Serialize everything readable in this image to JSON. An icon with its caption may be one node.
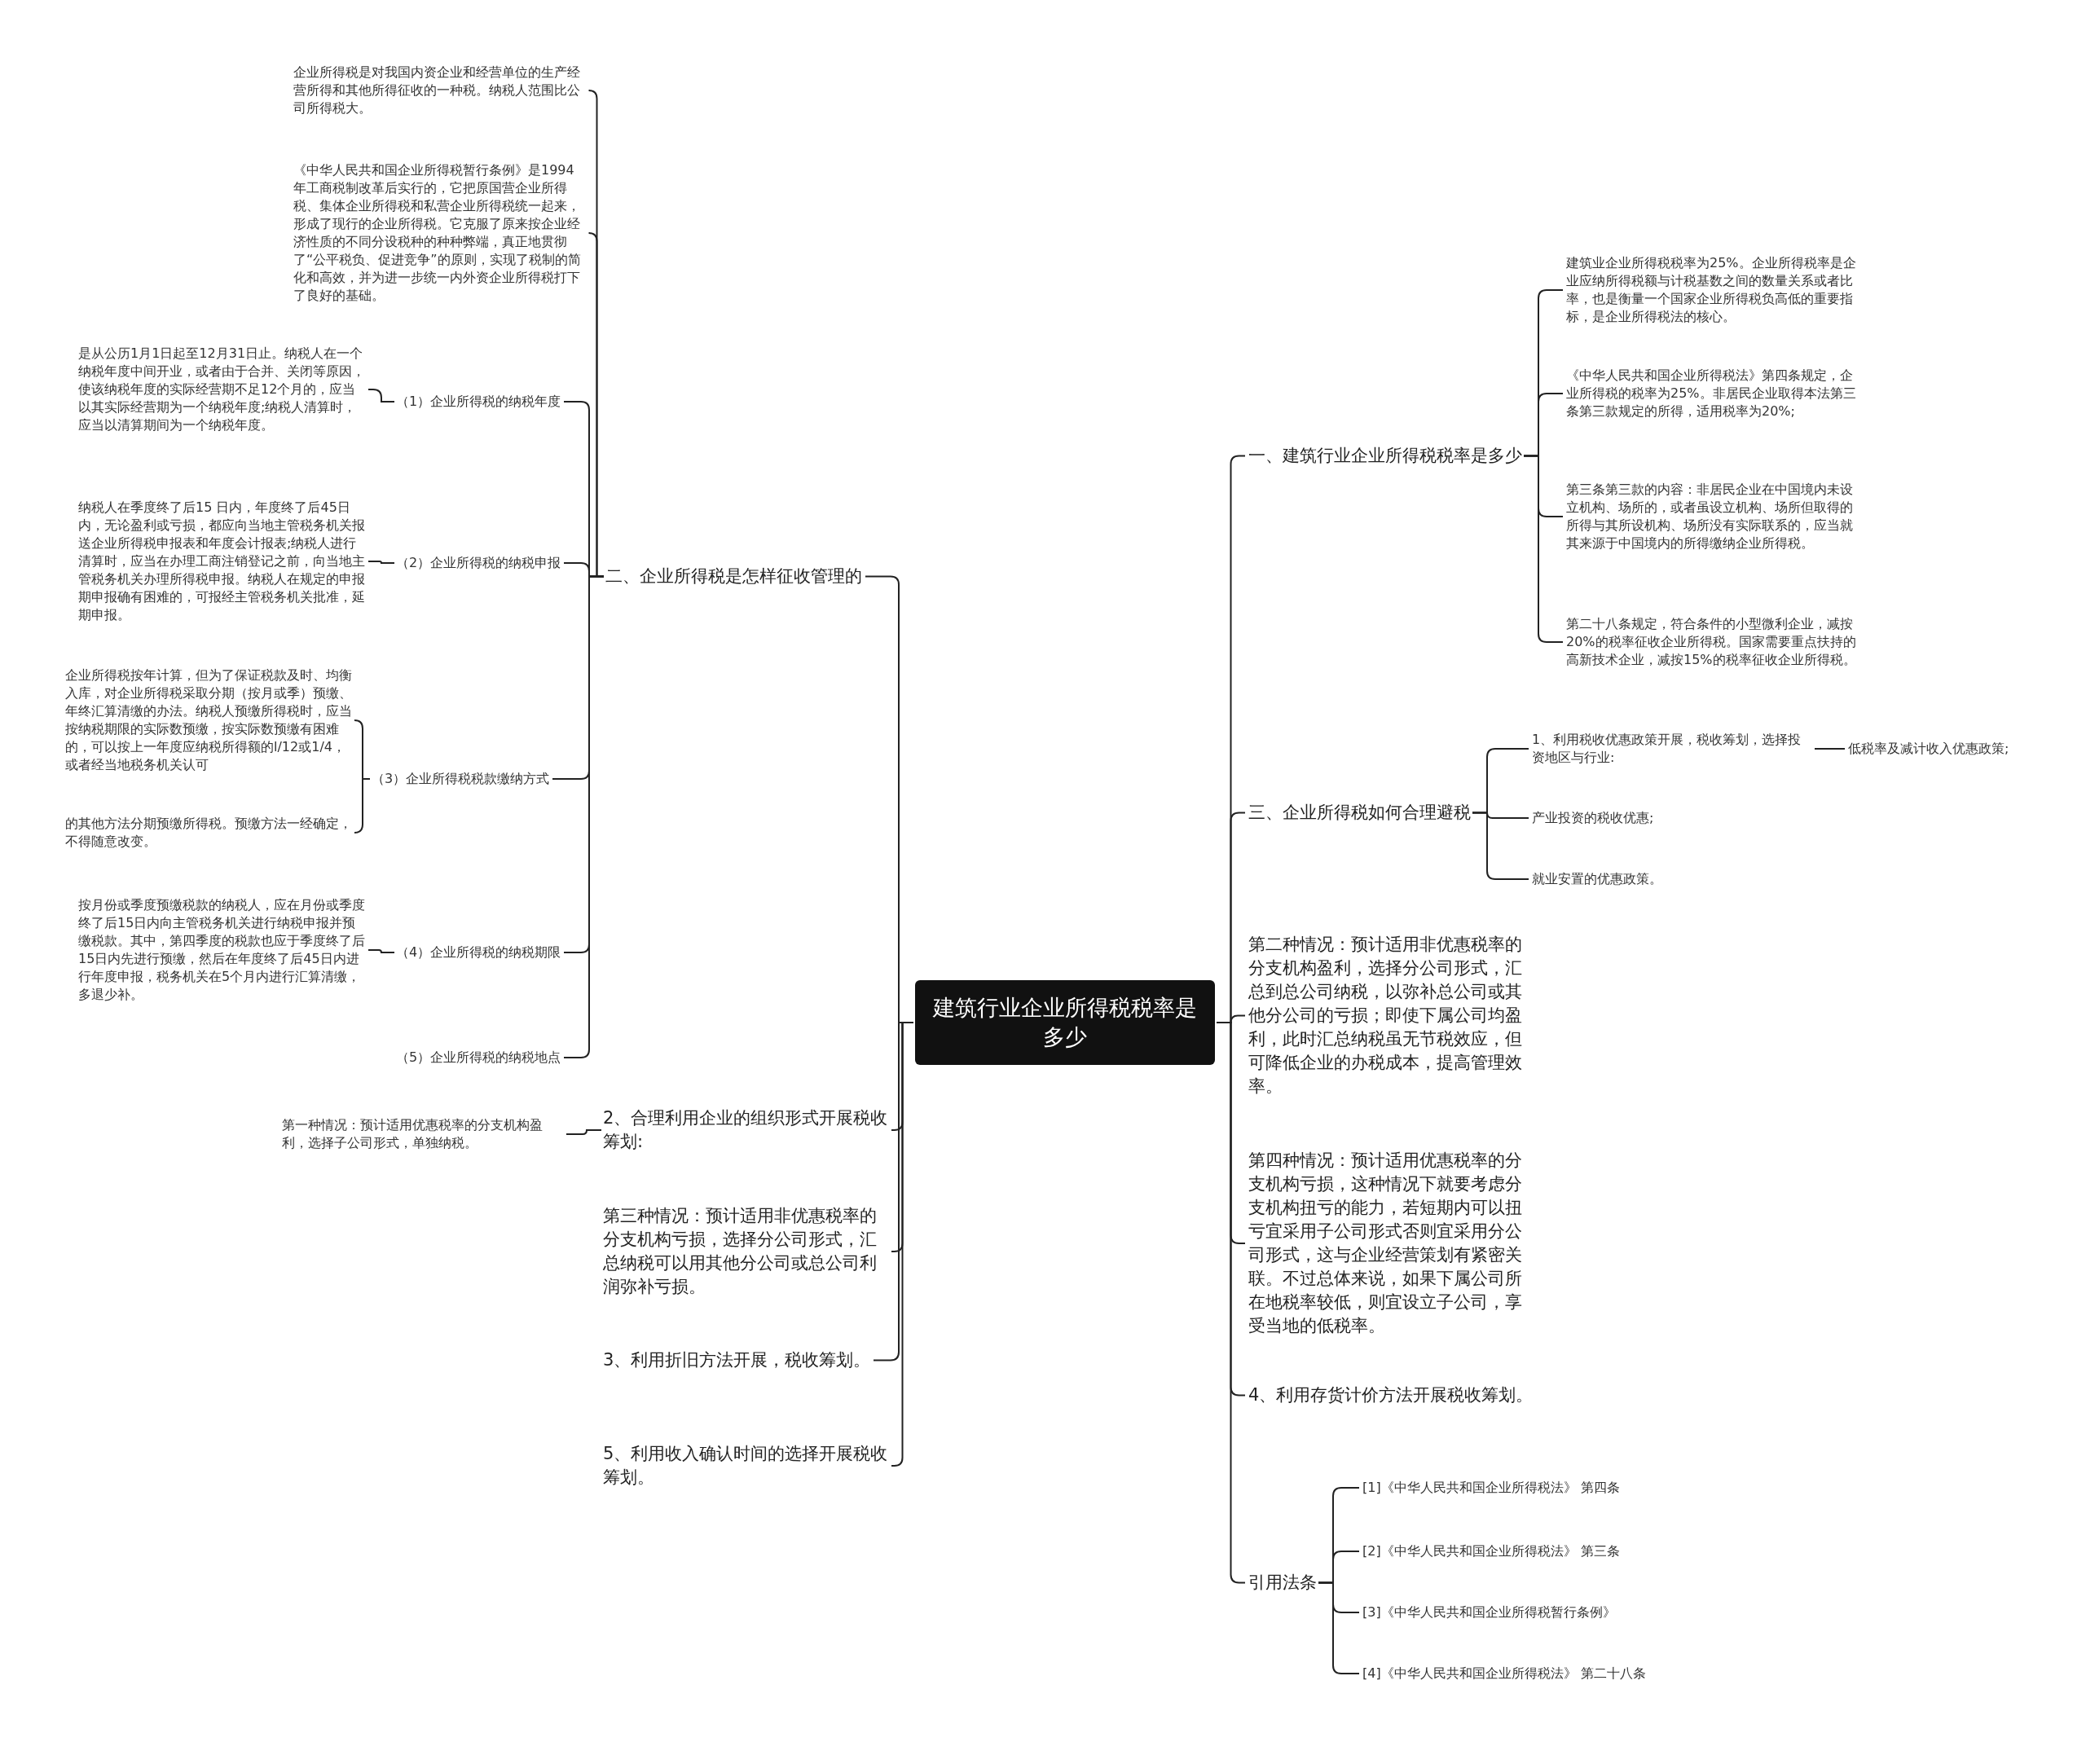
{
  "diagram": {
    "nodes": [
      {
        "text": [
          "建筑行业企业所得税税率是多少"
        ]
      },
      {
        "text": [
          "二、企业所得税是怎样征收管理的"
        ]
      },
      {
        "text": [
          "企业所得税是对我国内资企业和经营单位的生产经营所得和其他所得征收的一种税。纳税人范围比公司所得税大。"
        ]
      },
      {
        "text": [
          "《中华人民共和国企业所得税暂行条例》是1994年工商税制改革后实行的，它把原国营企业所得税、集体企业所得税和私营企业所得税统一起来，形成了现行的企业所得税。它克服了原来按企业经济性质的不同分设税种的种种弊端，真正地贯彻了“公平税负、促进竞争”的原则，实现了税制的简化和高效，并为进一步统一内外资企业所得税打下了良好的基础。"
        ]
      },
      {
        "text": [
          "（1）企业所得税的纳税年度"
        ]
      },
      {
        "text": [
          "是从公历1月1日起至12月31日止。纳税人在一个纳税年度中间开业，或者由于合并、关闭等原因，使该纳税年度的实际经营期不足12个月的，应当以其实际经营期为一个纳税年度;纳税人清算时，应当以清算期间为一个纳税年度。"
        ]
      },
      {
        "text": [
          "（2）企业所得税的纳税申报"
        ]
      },
      {
        "text": [
          "纳税人在季度终了后15 日内，年度终了后45日内，无论盈利或亏损，都应向当地主管税务机关报送企业所得税申报表和年度会计报表;纳税人进行清算时，应当在办理工商注销登记之前，向当地主管税务机关办理所得税申报。纳税人在规定的申报期申报确有困难的，可报经主管税务机关批准，延期申报。"
        ]
      },
      {
        "text": [
          "（3）企业所得税税款缴纳方式"
        ]
      },
      {
        "text": [
          "企业所得税按年计算，但为了保证税款及时、均衡入库，对企业所得税采取分期（按月或季）预缴、年终汇算清缴的办法。纳税人预缴所得税时，应当按纳税期限的实际数预缴，按实际数预缴有困难的，可以按上一年度应纳税所得额的l/12或1/4，或者经当地税务机关认可"
        ]
      },
      {
        "text": [
          "的其他方法分期预缴所得税。预缴方法一经确定，不得随意改变。"
        ]
      },
      {
        "text": [
          "（4）企业所得税的纳税期限"
        ]
      },
      {
        "text": [
          "按月份或季度预缴税款的纳税人，应在月份或季度终了后15日内向主管税务机关进行纳税申报并预缴税款。其中，第四季度的税款也应于季度终了后15日内先进行预缴，然后在年度终了后45日内进行年度申报，税务机关在5个月内进行汇算清缴，多退少补。"
        ]
      },
      {
        "text": [
          "（5）企业所得税的纳税地点"
        ]
      },
      {
        "text": [
          "2、合理利用企业的组织形式开展税收筹划:"
        ]
      },
      {
        "text": [
          "第一种情况：预计适用优惠税率的分支机构盈利，选择子公司形式，单独纳税。"
        ]
      },
      {
        "text": [
          "第三种情况：预计适用非优惠税率的分支机构亏损，选择分公司形式，汇总纳税可以用其他分公司或总公司利润弥补亏损。"
        ]
      },
      {
        "text": [
          "3、利用折旧方法开展，税收筹划。"
        ]
      },
      {
        "text": [
          "5、利用收入确认时间的选择开展税收筹划。"
        ]
      },
      {
        "text": [
          "一、建筑行业企业所得税税率是多少"
        ]
      },
      {
        "text": [
          "建筑业企业所得税税率为25%。企业所得税率是企业应纳所得税额与计税基数之间的数量关系或者比率，也是衡量一个国家企业所得税负高低的重要指标，是企业所得税法的核心。"
        ]
      },
      {
        "text": [
          "《中华人民共和国企业所得税法》第四条规定，企业所得税的税率为25%。非居民企业取得本法第三条第三款规定的所得，适用税率为20%;"
        ]
      },
      {
        "text": [
          "第三条第三款的内容：非居民企业在中国境内未设立机构、场所的，或者虽设立机构、场所但取得的所得与其所设机构、场所没有实际联系的，应当就其来源于中国境内的所得缴纳企业所得税。"
        ]
      },
      {
        "text": [
          "第二十八条规定，符合条件的小型微利企业，减按20%的税率征收企业所得税。国家需要重点扶持的高新技术企业，减按15%的税率征收企业所得税。"
        ]
      },
      {
        "text": [
          "三、企业所得税如何合理避税"
        ]
      },
      {
        "text": [
          "1、利用税收优惠政策开展，税收筹划，选择投资地区与行业:"
        ]
      },
      {
        "text": [
          "低税率及减计收入优惠政策;"
        ]
      },
      {
        "text": [
          "产业投资的税收优惠;"
        ]
      },
      {
        "text": [
          "就业安置的优惠政策。"
        ]
      },
      {
        "text": [
          "第二种情况：预计适用非优惠税率的分支机构盈利，选择分公司形式，汇总到总公司纳税，以弥补总公司或其他分公司的亏损；即使下属公司均盈利，此时汇总纳税虽无节税效应，但可降低企业的办税成本，提高管理效率。"
        ]
      },
      {
        "text": [
          "第四种情况：预计适用优惠税率的分支机构亏损，这种情况下就要考虑分支机构扭亏的能力，若短期内可以扭亏宜采用子公司形式否则宜采用分公司形式，这与企业经营策划有紧密关联。不过总体来说，如果下属公司所在地税率较低，则宜设立子公司，享受当地的低税率。"
        ]
      },
      {
        "text": [
          "4、利用存货计价方法开展税收筹划。"
        ]
      },
      {
        "text": [
          "引用法条"
        ]
      },
      {
        "text": [
          "[1]《中华人民共和国企业所得税法》 第四条"
        ]
      },
      {
        "text": [
          "[2]《中华人民共和国企业所得税法》 第三条"
        ]
      },
      {
        "text": [
          "[3]《中华人民共和国企业所得税暂行条例》"
        ]
      },
      {
        "text": [
          "[4]《中华人民共和国企业所得税法》 第二十八条"
        ]
      }
    ],
    "edges": [
      {
        "from": 0,
        "to": 1,
        "arrow": "none"
      },
      {
        "from": 1,
        "to": 2,
        "arrow": "none"
      },
      {
        "from": 1,
        "to": 3,
        "arrow": "none"
      },
      {
        "from": 1,
        "to": 4,
        "arrow": "none"
      },
      {
        "from": 4,
        "to": 5,
        "arrow": "none"
      },
      {
        "from": 1,
        "to": 6,
        "arrow": "none"
      },
      {
        "from": 6,
        "to": 7,
        "arrow": "none"
      },
      {
        "from": 1,
        "to": 8,
        "arrow": "none"
      },
      {
        "from": 8,
        "to": 9,
        "arrow": "none"
      },
      {
        "from": 8,
        "to": 10,
        "arrow": "none"
      },
      {
        "from": 1,
        "to": 11,
        "arrow": "none"
      },
      {
        "from": 11,
        "to": 12,
        "arrow": "none"
      },
      {
        "from": 1,
        "to": 13,
        "arrow": "none"
      },
      {
        "from": 0,
        "to": 14,
        "arrow": "none"
      },
      {
        "from": 14,
        "to": 15,
        "arrow": "none"
      },
      {
        "from": 0,
        "to": 16,
        "arrow": "none"
      },
      {
        "from": 0,
        "to": 17,
        "arrow": "none"
      },
      {
        "from": 0,
        "to": 18,
        "arrow": "none"
      },
      {
        "from": 0,
        "to": 19,
        "arrow": "none"
      },
      {
        "from": 19,
        "to": 20,
        "arrow": "none"
      },
      {
        "from": 19,
        "to": 21,
        "arrow": "none"
      },
      {
        "from": 19,
        "to": 22,
        "arrow": "none"
      },
      {
        "from": 19,
        "to": 23,
        "arrow": "none"
      },
      {
        "from": 0,
        "to": 24,
        "arrow": "none"
      },
      {
        "from": 24,
        "to": 25,
        "arrow": "none"
      },
      {
        "from": 25,
        "to": 26,
        "arrow": "none"
      },
      {
        "from": 24,
        "to": 27,
        "arrow": "none"
      },
      {
        "from": 24,
        "to": 28,
        "arrow": "none"
      },
      {
        "from": 0,
        "to": 29,
        "arrow": "none"
      },
      {
        "from": 0,
        "to": 30,
        "arrow": "none"
      },
      {
        "from": 0,
        "to": 31,
        "arrow": "none"
      },
      {
        "from": 0,
        "to": 32,
        "arrow": "none"
      },
      {
        "from": 32,
        "to": 33,
        "arrow": "none"
      },
      {
        "from": 32,
        "to": 34,
        "arrow": "none"
      },
      {
        "from": 32,
        "to": 35,
        "arrow": "none"
      },
      {
        "from": 32,
        "to": 36,
        "arrow": "none"
      }
    ]
  }
}
